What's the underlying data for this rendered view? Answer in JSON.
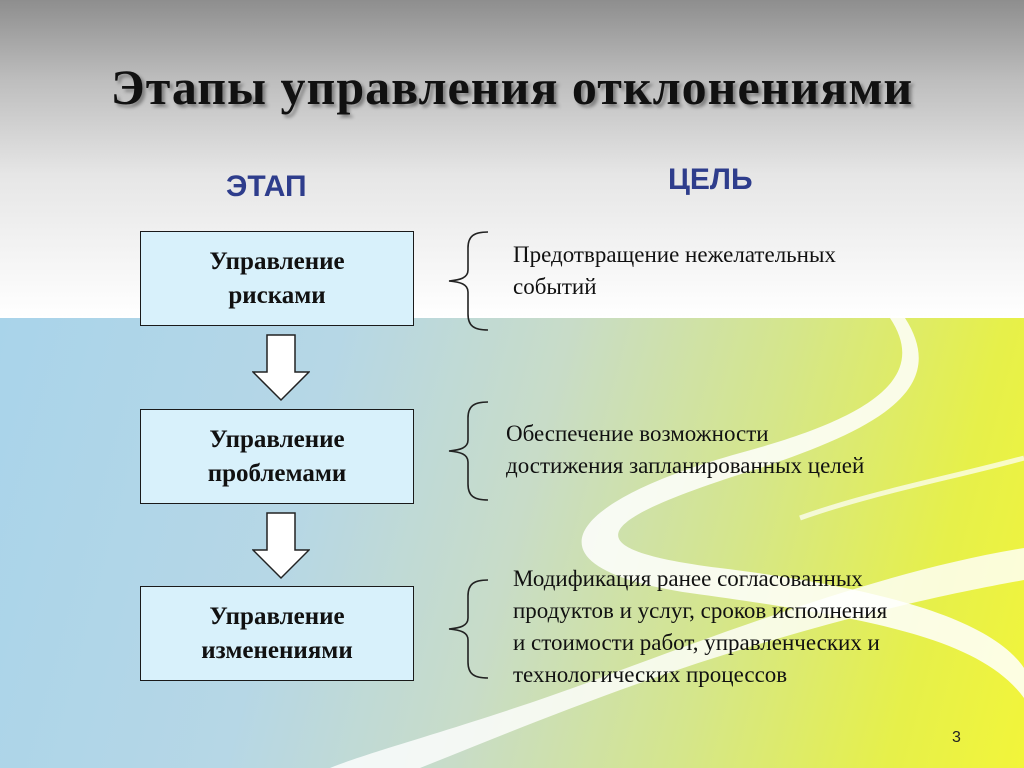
{
  "title": "Этапы управления отклонениями",
  "columns": {
    "stage": "ЭТАП",
    "goal": "ЦЕЛЬ"
  },
  "stages": [
    {
      "line1": "Управление",
      "line2": "рисками"
    },
    {
      "line1": "Управление",
      "line2": "проблемами"
    },
    {
      "line1": "Управление",
      "line2": "изменениями"
    }
  ],
  "goals": [
    {
      "lines": [
        "Предотвращение нежелательных",
        "событий"
      ]
    },
    {
      "lines": [
        "Обеспечение возможности",
        "достижения запланированных целей"
      ]
    },
    {
      "lines": [
        "Модификация ранее согласованных",
        "продуктов и услуг, сроков исполнения",
        "и стоимости работ, управленческих и",
        "технологических процессов"
      ]
    }
  ],
  "page_number": "3",
  "colors": {
    "heading": "#2e3d8c",
    "box_fill": "#d8f1fb",
    "box_border": "#1a1a1a"
  }
}
